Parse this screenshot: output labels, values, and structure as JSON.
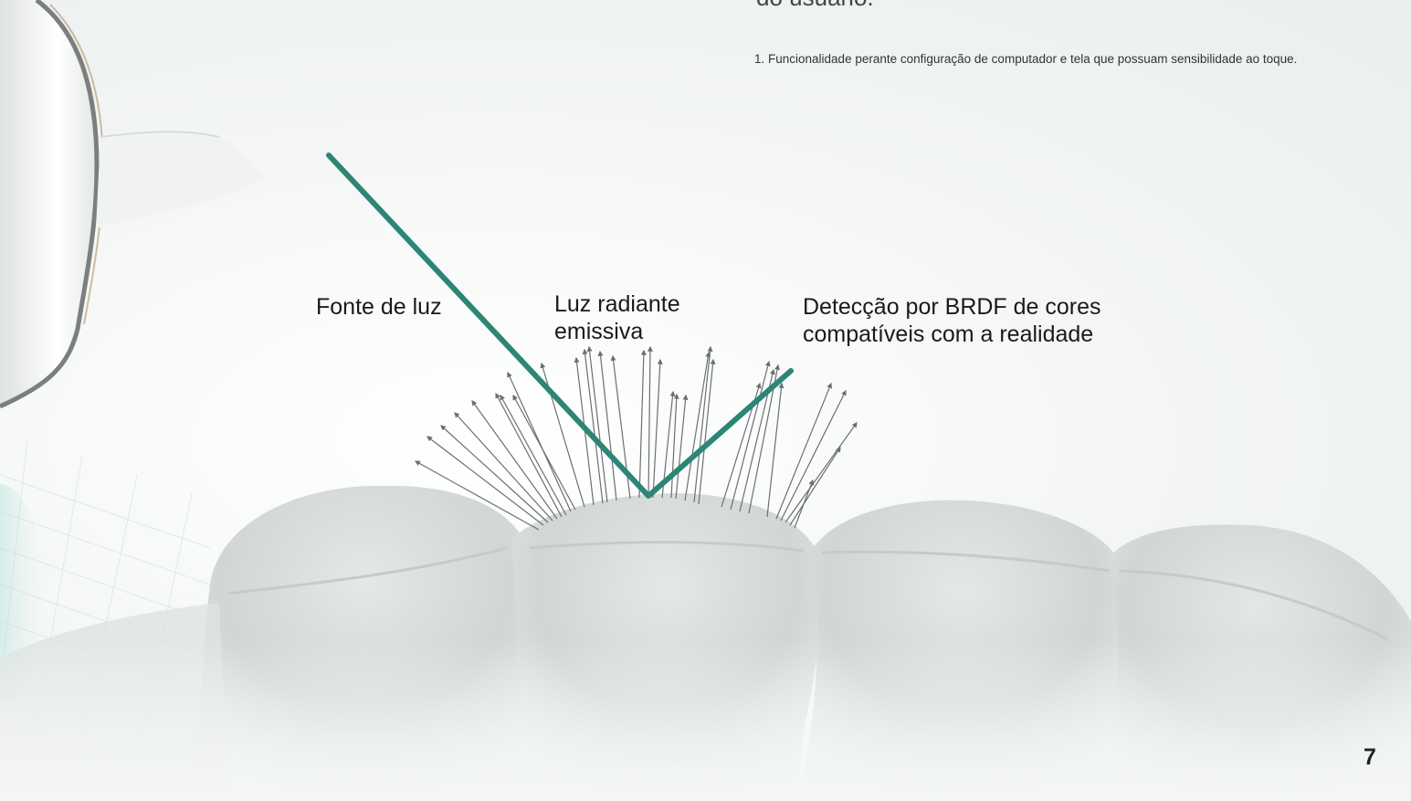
{
  "header": {
    "cut_heading": "do usuário."
  },
  "footnote": "1. Funcionalidade perante configuração de computador e tela que possuam sensibilidade ao toque.",
  "diagram": {
    "light_source_label": "Fonte de luz",
    "emissive_label_line1": "Luz radiante",
    "emissive_label_line2": "emissiva",
    "brdf_label_line1": "Detecção por BRDF de cores",
    "brdf_label_line2": "compatíveis com a realidade",
    "beam_color": "#2d8576",
    "arrow_color": "#6b6f73"
  },
  "page_number": "7"
}
